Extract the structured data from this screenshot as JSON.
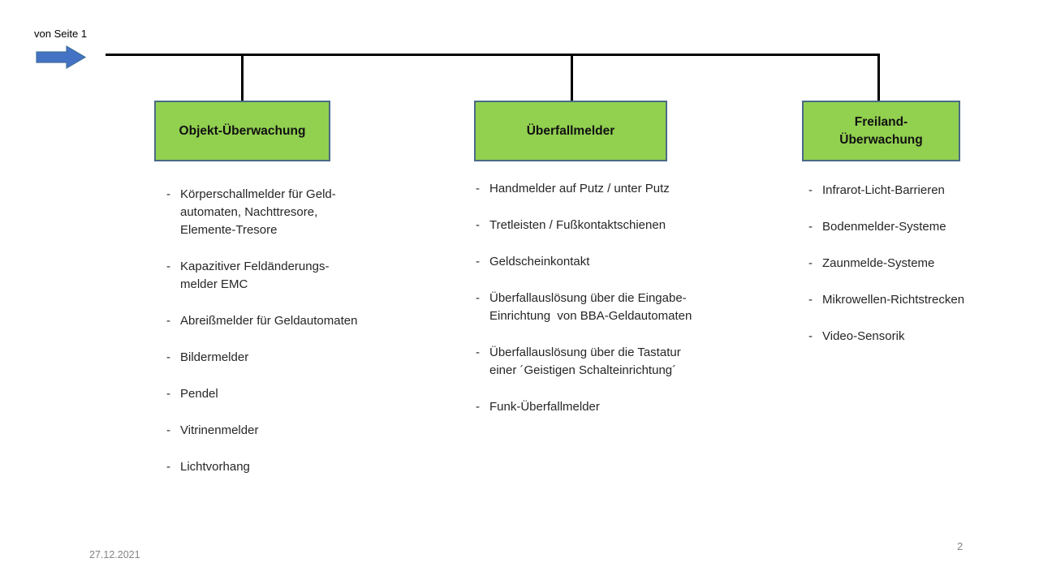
{
  "slide": {
    "source_label": "von Seite 1",
    "footer": {
      "date": "27.12.2021",
      "page_number": "2"
    },
    "icons": {
      "nav_arrow": "block-arrow-right-icon"
    }
  },
  "list_bullet": "-",
  "colors": {
    "box_fill": "#92D050",
    "box_border": "#4A6A85",
    "arrow_fill": "#4472C4",
    "arrow_stroke": "#41719C",
    "connector_line": "#000000",
    "footer_text": "#848484"
  },
  "columns": [
    {
      "title": "Objekt-Überwachung",
      "items": [
        {
          "lines": [
            "Körperschallmelder für Geld-",
            "automaten, Nachttresore,",
            "Elemente-Tresore"
          ]
        },
        {
          "lines": [
            "Kapazitiver Feldänderungs-",
            "melder EMC"
          ]
        },
        {
          "lines": [
            "Abreißmelder für Geldautomaten"
          ]
        },
        {
          "lines": [
            "Bildermelder"
          ]
        },
        {
          "lines": [
            "Pendel"
          ]
        },
        {
          "lines": [
            "Vitrinenmelder"
          ]
        },
        {
          "lines": [
            "Lichtvorhang"
          ]
        }
      ]
    },
    {
      "title": "Überfallmelder",
      "items": [
        {
          "lines": [
            "Handmelder auf Putz / unter Putz"
          ]
        },
        {
          "lines": [
            "Tretleisten / Fußkontaktschienen"
          ]
        },
        {
          "lines": [
            "Geldscheinkontakt"
          ]
        },
        {
          "lines": [
            "Überfallauslösung über die Eingabe-",
            "Einrichtung  von BBA-Geldautomaten"
          ]
        },
        {
          "lines": [
            "Überfallauslösung über die Tastatur",
            "einer ´Geistigen Schalteinrichtung´"
          ]
        },
        {
          "lines": [
            "Funk-Überfallmelder"
          ]
        }
      ]
    },
    {
      "title": "Freiland-\nÜberwachung",
      "items": [
        {
          "lines": [
            "Infrarot-Licht-Barrieren"
          ]
        },
        {
          "lines": [
            "Bodenmelder-Systeme"
          ]
        },
        {
          "lines": [
            "Zaunmelde-Systeme"
          ]
        },
        {
          "lines": [
            "Mikrowellen-Richtstrecken"
          ]
        },
        {
          "lines": [
            "Video-Sensorik"
          ]
        }
      ]
    }
  ]
}
